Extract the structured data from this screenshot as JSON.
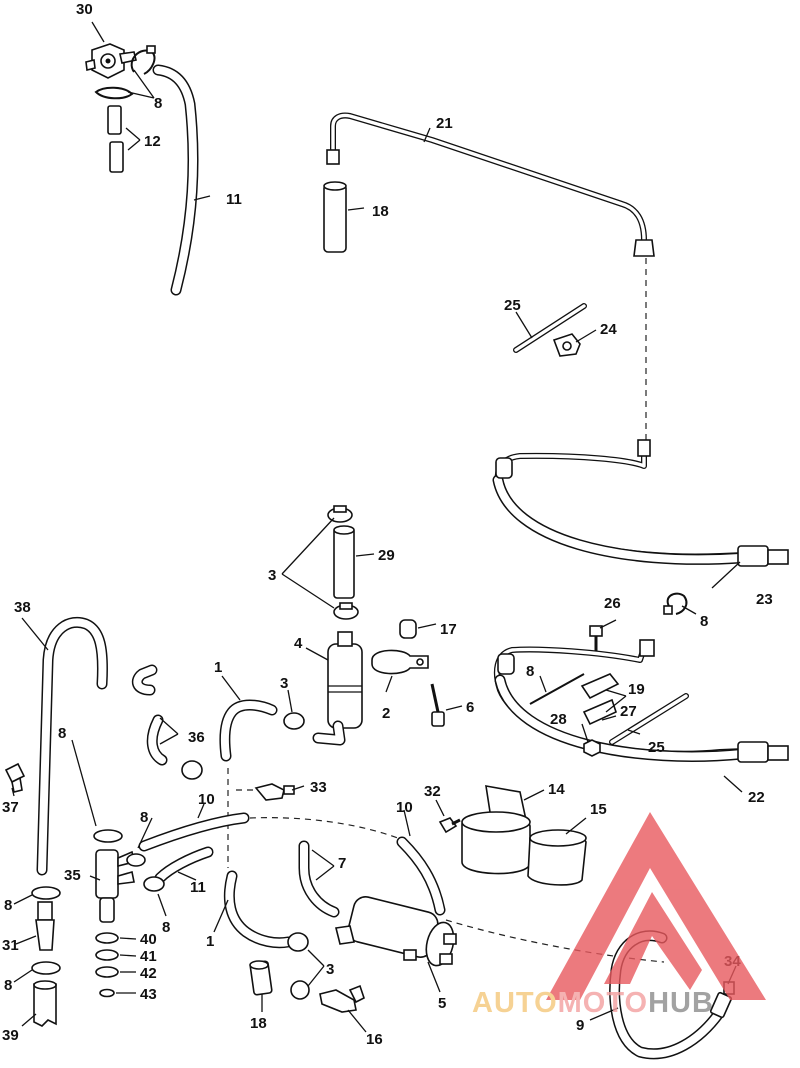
{
  "callouts": {
    "c30": "30",
    "c8a": "8",
    "c12": "12",
    "c11a": "11",
    "c21": "21",
    "c18a": "18",
    "c25a": "25",
    "c24": "24",
    "c3a": "3",
    "c29": "29",
    "c23": "23",
    "c38": "38",
    "c26": "26",
    "c8b": "8",
    "c17": "17",
    "c4": "4",
    "c1a": "1",
    "c3b": "3",
    "c2": "2",
    "c6": "6",
    "c8c": "8",
    "c19": "19",
    "c27": "27",
    "c28": "28",
    "c36": "36",
    "c8d": "8",
    "c25b": "25",
    "c33": "33",
    "c22": "22",
    "c37": "37",
    "c32": "32",
    "c14": "14",
    "c10a": "10",
    "c10b": "10",
    "c15": "15",
    "c8e": "8",
    "c35": "35",
    "c7": "7",
    "c11b": "11",
    "c8f": "8",
    "c8g": "8",
    "c1b": "1",
    "c31": "31",
    "c40": "40",
    "c41": "41",
    "c3c": "3",
    "c5": "5",
    "c8h": "8",
    "c42": "42",
    "c43": "43",
    "c18b": "18",
    "c34": "34",
    "c39": "39",
    "c16": "16",
    "c9": "9"
  },
  "watermark": {
    "part_a": "AUTO",
    "part_b": "MOTO",
    "part_c": "HUB",
    "color_a": "#f5c87a",
    "color_b": "#f3a0a0",
    "color_c": "#8c8c8c",
    "triangle_color": "#e8595e"
  }
}
